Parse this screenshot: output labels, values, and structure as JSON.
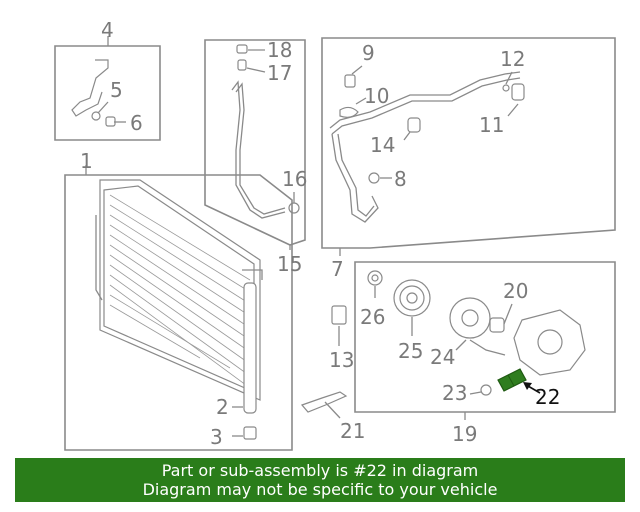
{
  "callouts": {
    "c1": "1",
    "c2": "2",
    "c3": "3",
    "c4": "4",
    "c5": "5",
    "c6": "6",
    "c7": "7",
    "c8": "8",
    "c9": "9",
    "c10": "10",
    "c11": "11",
    "c12": "12",
    "c13": "13",
    "c14": "14",
    "c15": "15",
    "c16": "16",
    "c17": "17",
    "c18": "18",
    "c19": "19",
    "c20": "20",
    "c21": "21",
    "c22": "22",
    "c23": "23",
    "c24": "24",
    "c25": "25",
    "c26": "26"
  },
  "highlight": {
    "part": "22",
    "color": "#2f7d1f"
  },
  "banner": {
    "line1": "Part or sub-assembly is #22 in diagram",
    "line2": "Diagram may not be specific to your vehicle",
    "bg_color": "#2a7d1a"
  }
}
